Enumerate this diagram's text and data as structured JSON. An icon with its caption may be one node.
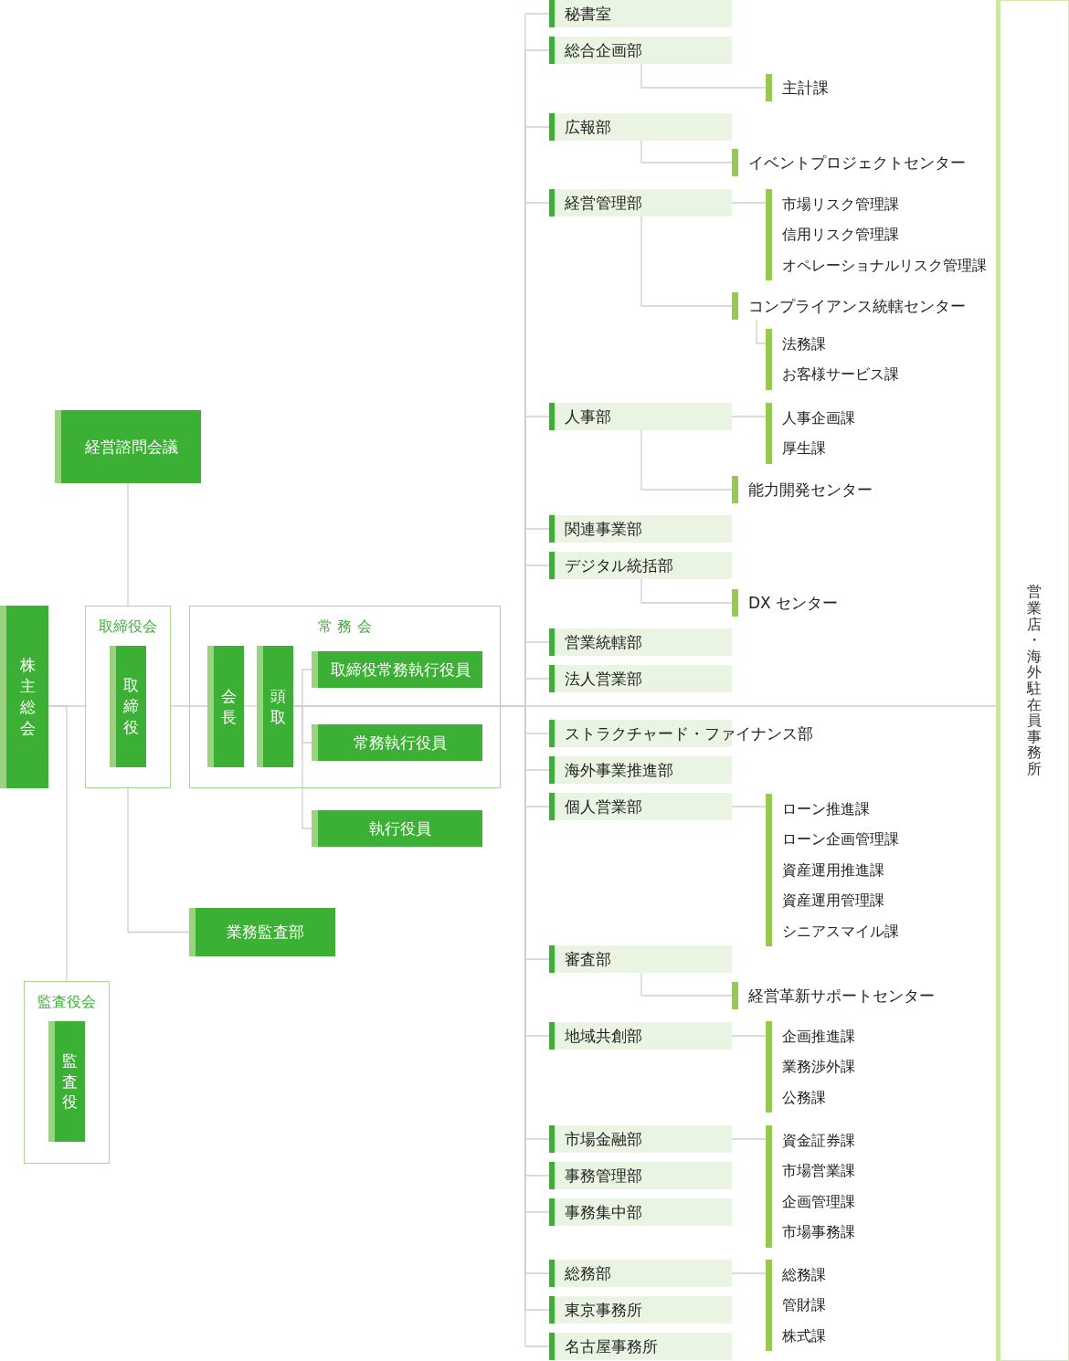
{
  "diagram": {
    "nodes": [
      {
        "text": [
          "経営諮問会議"
        ]
      },
      {
        "text": [
          "株主総会"
        ]
      },
      {
        "text": [
          "取締役会"
        ]
      },
      {
        "text": [
          "取締役"
        ],
        "in": 2
      },
      {
        "text": [
          "常 務 会"
        ]
      },
      {
        "text": [
          "会長"
        ],
        "in": 4
      },
      {
        "text": [
          "頭取"
        ],
        "in": 4
      },
      {
        "text": [
          "取締役常務執行役員"
        ],
        "in": 4
      },
      {
        "text": [
          "常務執行役員"
        ],
        "in": 4
      },
      {
        "text": [
          "執行役員"
        ]
      },
      {
        "text": [
          "業務監査部"
        ]
      },
      {
        "text": [
          "監査役会"
        ]
      },
      {
        "text": [
          "監査役"
        ],
        "in": 11
      },
      {
        "text": [
          "秘書室"
        ]
      },
      {
        "text": [
          "総合企画部"
        ]
      },
      {
        "text": [
          "主計課"
        ]
      },
      {
        "text": [
          "広報部"
        ]
      },
      {
        "text": [
          "イベントプロジェクトセンター"
        ]
      },
      {
        "text": [
          "経営管理部"
        ]
      },
      {
        "text": [
          "市場リスク管理課",
          "信用リスク管理課",
          "オペレーショナルリスク管理課"
        ]
      },
      {
        "text": [
          "コンプライアンス統轄センター"
        ]
      },
      {
        "text": [
          "法務課",
          "お客様サービス課"
        ]
      },
      {
        "text": [
          "人事部"
        ]
      },
      {
        "text": [
          "人事企画課",
          "厚生課"
        ]
      },
      {
        "text": [
          "能力開発センター"
        ]
      },
      {
        "text": [
          "関連事業部"
        ]
      },
      {
        "text": [
          "デジタル統括部"
        ]
      },
      {
        "text": [
          "DX センター"
        ]
      },
      {
        "text": [
          "営業統轄部"
        ]
      },
      {
        "text": [
          "法人営業部"
        ]
      },
      {
        "text": [
          "ストラクチャード・ファイナンス部"
        ]
      },
      {
        "text": [
          "海外事業推進部"
        ]
      },
      {
        "text": [
          "個人営業部"
        ]
      },
      {
        "text": [
          "ローン推進課",
          "ローン企画管理課",
          "資産運用推進課",
          "資産運用管理課",
          "シニアスマイル課"
        ]
      },
      {
        "text": [
          "審査部"
        ]
      },
      {
        "text": [
          "経営革新サポートセンター"
        ]
      },
      {
        "text": [
          "地域共創部"
        ]
      },
      {
        "text": [
          "企画推進課",
          "業務渉外課",
          "公務課"
        ]
      },
      {
        "text": [
          "市場金融部"
        ]
      },
      {
        "text": [
          "事務管理部"
        ]
      },
      {
        "text": [
          "事務集中部"
        ]
      },
      {
        "text": [
          "資金証券課",
          "市場営業課",
          "企画管理課",
          "市場事務課"
        ]
      },
      {
        "text": [
          "総務部"
        ]
      },
      {
        "text": [
          "東京事務所"
        ]
      },
      {
        "text": [
          "名古屋事務所"
        ]
      },
      {
        "text": [
          "総務課",
          "管財課",
          "株式課"
        ]
      },
      {
        "text": [
          "営業店・海外駐在員事務所"
        ]
      }
    ],
    "edges": [
      {
        "from": 0,
        "to": 2,
        "arrow": "none"
      },
      {
        "from": 1,
        "to": 2,
        "arrow": "none"
      },
      {
        "from": 1,
        "to": 11,
        "arrow": "none"
      },
      {
        "from": 2,
        "to": 5,
        "arrow": "none"
      },
      {
        "from": 5,
        "to": 6,
        "arrow": "none"
      },
      {
        "from": 2,
        "to": 10,
        "arrow": "none"
      },
      {
        "from": 6,
        "to": 7,
        "arrow": "none"
      },
      {
        "from": 6,
        "to": 8,
        "arrow": "none"
      },
      {
        "from": 6,
        "to": 9,
        "arrow": "none"
      },
      {
        "from": 6,
        "to": 46,
        "arrow": "none"
      },
      {
        "from": 6,
        "to": 13,
        "arrow": "none"
      },
      {
        "from": 6,
        "to": 14,
        "arrow": "none"
      },
      {
        "from": 6,
        "to": 16,
        "arrow": "none"
      },
      {
        "from": 6,
        "to": 18,
        "arrow": "none"
      },
      {
        "from": 6,
        "to": 22,
        "arrow": "none"
      },
      {
        "from": 6,
        "to": 25,
        "arrow": "none"
      },
      {
        "from": 6,
        "to": 26,
        "arrow": "none"
      },
      {
        "from": 6,
        "to": 28,
        "arrow": "none"
      },
      {
        "from": 6,
        "to": 29,
        "arrow": "none"
      },
      {
        "from": 6,
        "to": 30,
        "arrow": "none"
      },
      {
        "from": 6,
        "to": 31,
        "arrow": "none"
      },
      {
        "from": 6,
        "to": 32,
        "arrow": "none"
      },
      {
        "from": 6,
        "to": 34,
        "arrow": "none"
      },
      {
        "from": 6,
        "to": 36,
        "arrow": "none"
      },
      {
        "from": 6,
        "to": 38,
        "arrow": "none"
      },
      {
        "from": 6,
        "to": 39,
        "arrow": "none"
      },
      {
        "from": 6,
        "to": 40,
        "arrow": "none"
      },
      {
        "from": 6,
        "to": 42,
        "arrow": "none"
      },
      {
        "from": 6,
        "to": 43,
        "arrow": "none"
      },
      {
        "from": 6,
        "to": 44,
        "arrow": "none"
      },
      {
        "from": 14,
        "to": 15,
        "arrow": "none"
      },
      {
        "from": 16,
        "to": 17,
        "arrow": "none"
      },
      {
        "from": 18,
        "to": 19,
        "arrow": "none"
      },
      {
        "from": 18,
        "to": 20,
        "arrow": "none"
      },
      {
        "from": 20,
        "to": 21,
        "arrow": "none"
      },
      {
        "from": 22,
        "to": 23,
        "arrow": "none"
      },
      {
        "from": 22,
        "to": 24,
        "arrow": "none"
      },
      {
        "from": 26,
        "to": 27,
        "arrow": "none"
      },
      {
        "from": 32,
        "to": 33,
        "arrow": "none"
      },
      {
        "from": 34,
        "to": 35,
        "arrow": "none"
      },
      {
        "from": 36,
        "to": 37,
        "arrow": "none"
      },
      {
        "from": 38,
        "to": 41,
        "arrow": "none"
      },
      {
        "from": 42,
        "to": 45,
        "arrow": "none"
      }
    ]
  }
}
